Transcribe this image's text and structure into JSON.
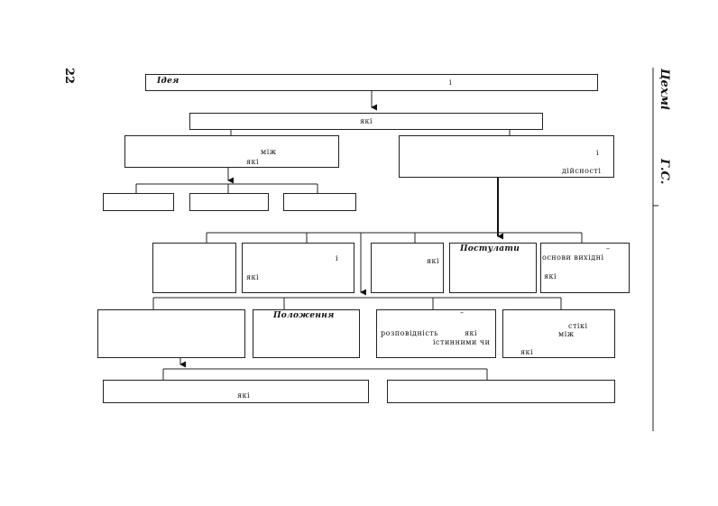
{
  "page_number": "22",
  "side_author": "Цехмі",
  "side_initials": "Г.С.",
  "boxes": {
    "b1": {
      "t1": "Ідея",
      "t2": "і"
    },
    "b2": {
      "t1": "які"
    },
    "b3": {
      "t1": "між",
      "t2": "які"
    },
    "b4": {
      "t1": "і",
      "t2": "дійсності"
    },
    "r3_b1": {},
    "r3_b2": {
      "t1": "і",
      "t2": "які"
    },
    "r3_b3": {
      "t1": "які"
    },
    "r3_b4": {
      "t1": "Постулати"
    },
    "r3_b5": {
      "t1": "–",
      "t2": "основи вихідні",
      "t3": "які"
    },
    "r4_b1": {},
    "r4_b2": {
      "t1": "Положення"
    },
    "r4_b3": {
      "t1": "–",
      "t2": "розповідність",
      "t3": "які",
      "t4": "істинними чи"
    },
    "r4_b4": {
      "t1": "стікі",
      "t2": "між",
      "t3": "які"
    },
    "r5_b1": {
      "t1": "які"
    },
    "r5_b2": {}
  }
}
